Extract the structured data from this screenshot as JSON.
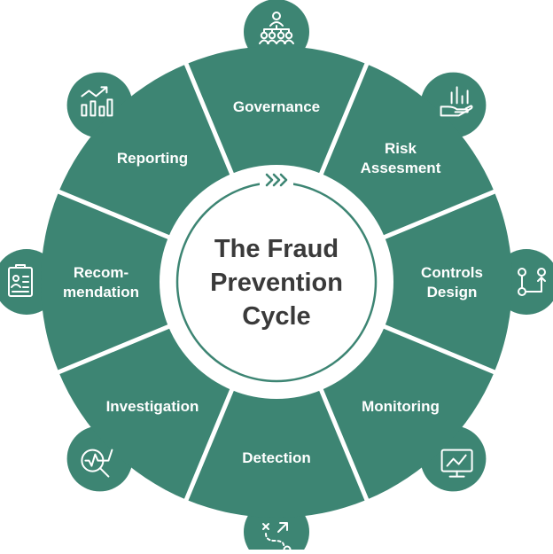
{
  "title_lines": [
    "The Fraud",
    "Prevention",
    "Cycle"
  ],
  "colors": {
    "wheel": "#3d8573",
    "divider": "#ffffff",
    "ring": "#3d8573",
    "title": "#3a3a3a",
    "background": "#ffffff"
  },
  "segments": [
    {
      "lines": [
        "Governance"
      ],
      "icon": "team-hierarchy-icon"
    },
    {
      "lines": [
        "Risk",
        "Assesment"
      ],
      "icon": "hand-bar-chart-icon"
    },
    {
      "lines": [
        "Controls",
        "Design"
      ],
      "icon": "process-flow-icon"
    },
    {
      "lines": [
        "Monitoring"
      ],
      "icon": "monitor-chart-icon"
    },
    {
      "lines": [
        "Detection"
      ],
      "icon": "route-path-icon"
    },
    {
      "lines": [
        "Investigation"
      ],
      "icon": "magnifier-pulse-icon"
    },
    {
      "lines": [
        "Recom-",
        "mendation"
      ],
      "icon": "clipboard-user-icon"
    },
    {
      "lines": [
        "Reporting"
      ],
      "icon": "growth-chart-icon"
    }
  ]
}
